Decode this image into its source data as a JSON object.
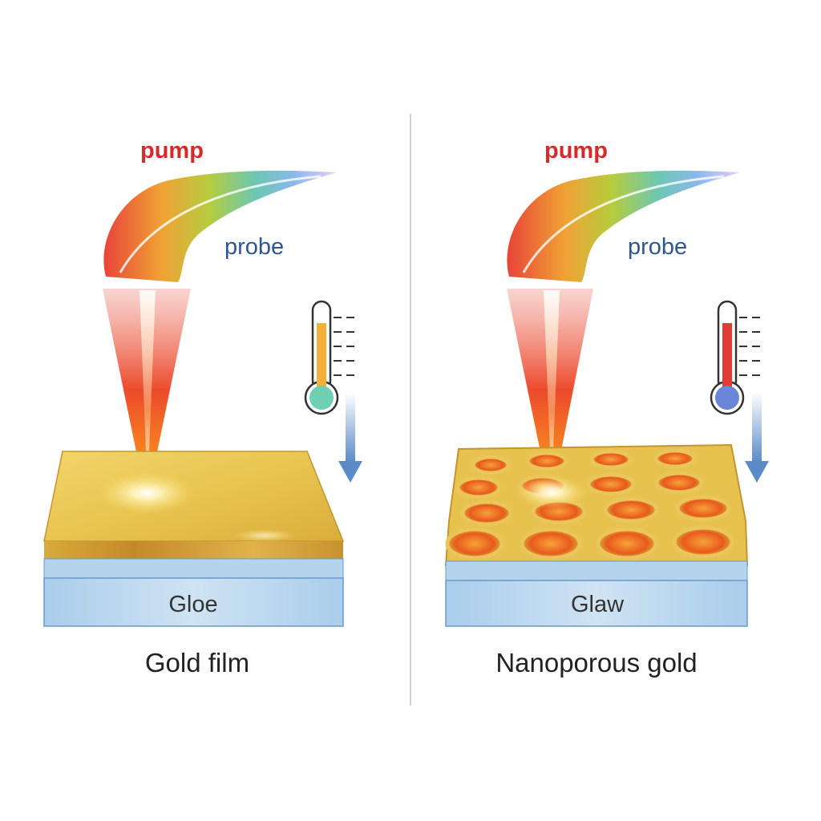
{
  "title": "Pump-probe comparison: gold film vs nanoporous gold",
  "colors": {
    "pump_label": "#d42b2b",
    "probe_label": "#2f5690",
    "gold": "#e8c24e",
    "gold_edge": "#c4952e",
    "substrate": "#b8d6ee",
    "arrow": "#5b8cc8",
    "divider": "#cfcfcf"
  },
  "panels": [
    {
      "id": "gold-film",
      "pump_label": "pump",
      "probe_label": "probe",
      "substrate_label": "Gloe",
      "caption": "Gold film",
      "thermometer": {
        "fill_color": "#f4b13a",
        "bulb_color": "#6fcfb3",
        "tick_count": 5
      },
      "cooling_arrow": "down"
    },
    {
      "id": "nanoporous-gold",
      "pump_label": "pump",
      "probe_label": "probe",
      "substrate_label": "Glaw",
      "caption": "Nanoporous gold",
      "thermometer": {
        "fill_color": "#e23a34",
        "bulb_color": "#6b86d6",
        "tick_count": 5
      },
      "cooling_arrow": "down"
    }
  ]
}
